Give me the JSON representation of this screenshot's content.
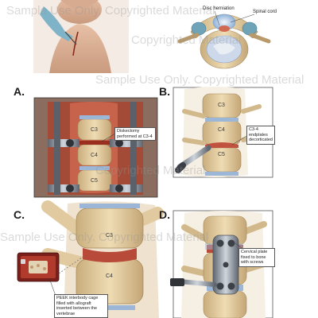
{
  "labels": {
    "disc_herniation": "Disc herniation",
    "spinal_cord": "Spinal cord",
    "diskectomy": "Diskectomy performed at C3-4",
    "endplates": "C3-4 endplates decorticated",
    "peek": "PEEK interbody cage filled with allograft inserted between the vertebrae",
    "plate": "Cervical plate fixed to bone with screws"
  },
  "panels": {
    "a": "A.",
    "b": "B.",
    "c": "C.",
    "d": "D."
  },
  "vertebrae": {
    "a": [
      "C3",
      "C4",
      "C5"
    ],
    "b": [
      "C3",
      "C4",
      "C5"
    ],
    "c": [
      "C3",
      "C4"
    ]
  },
  "watermark": {
    "line1": "Sample Use Only. Copyrighted Material",
    "line2": "Copyrighted Material",
    "line3": "Sample Use Only. Copyrighted Material"
  },
  "colors": {
    "bone": "#e8d3a8",
    "disc": "#9bb6d6",
    "tissue": "#c0533f",
    "metal": "#6f7680",
    "background": "#ffffff"
  }
}
